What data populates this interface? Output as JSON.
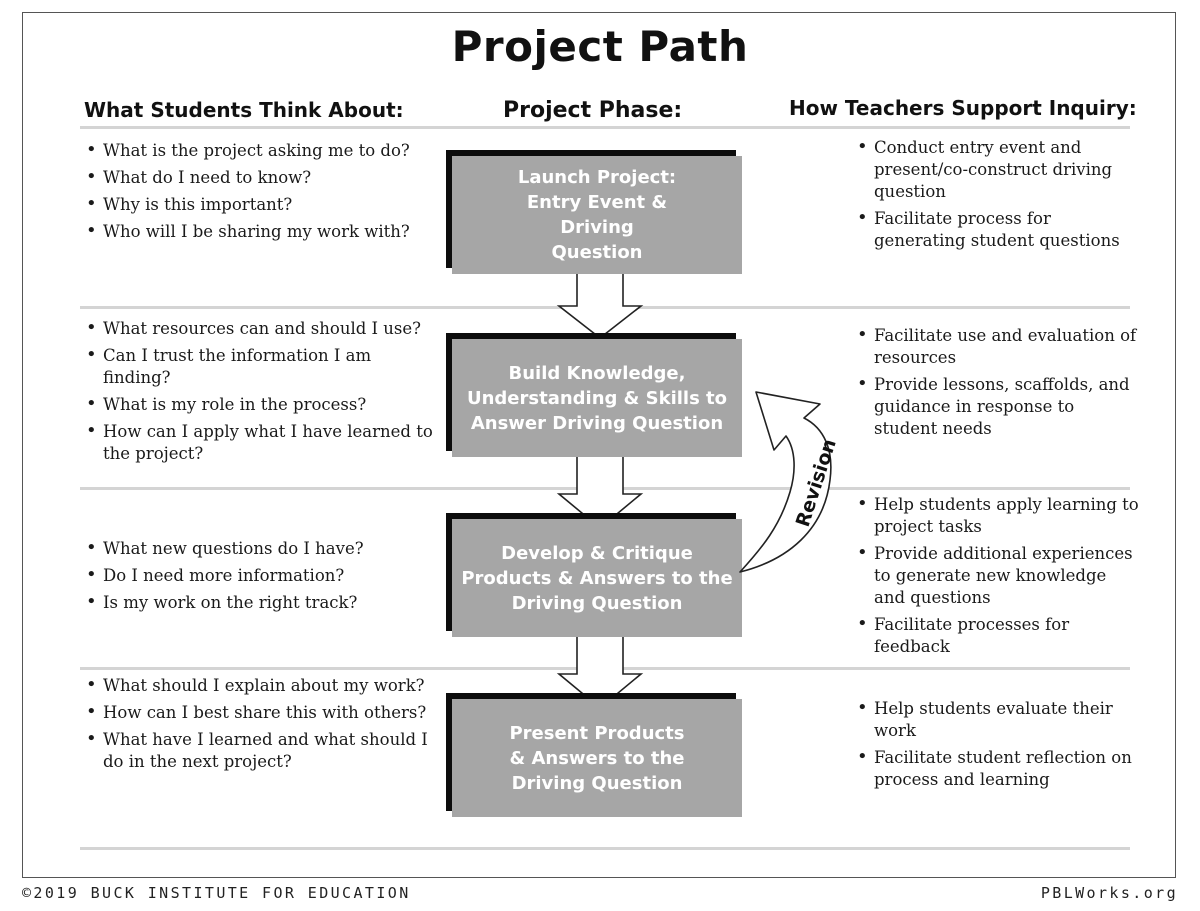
{
  "title": "Project Path",
  "headers": {
    "students": "What Students Think About:",
    "phase": "Project Phase:",
    "teachers": "How Teachers Support Inquiry:"
  },
  "phases": [
    {
      "label": "Launch Project: Entry Event & Driving Question"
    },
    {
      "label": "Build Knowledge, Understanding & Skills to Answer Driving Question"
    },
    {
      "label": "Develop & Critique Products & Answers to the Driving Question"
    },
    {
      "label": "Present Products & Answers to the Driving Question"
    }
  ],
  "students": [
    [
      "What is the project asking me to do?",
      "What do I need to know?",
      "Why is this important?",
      "Who will I be sharing my work with?"
    ],
    [
      "What resources can and should I use?",
      "Can I trust the information I am finding?",
      "What is my role in the process?",
      "How can I apply what I have learned to the project?"
    ],
    [
      "What new questions do I have?",
      "Do I need more information?",
      "Is my work on the right track?"
    ],
    [
      "What should I explain about my work?",
      "How can I best share this with others?",
      "What have I learned and what should I do in the next project?"
    ]
  ],
  "teachers": [
    [
      "Conduct entry event and present/co-construct driving question",
      "Facilitate process for generating student questions"
    ],
    [
      "Facilitate use and evaluation of resources",
      "Provide lessons, scaffolds, and guidance in response to student needs"
    ],
    [
      "Help students apply learning to project tasks",
      "Provide additional experiences to generate new knowledge and questions",
      "Facilitate processes for feedback"
    ],
    [
      "Help students evaluate their work",
      "Facilitate student reflection on process and learning"
    ]
  ],
  "revision_label": "Revision",
  "footer": {
    "copyright": "©2019 BUCK INSTITUTE FOR EDUCATION",
    "site": "PBLWorks.org"
  },
  "colors": {
    "phase_box": "#a6a6a6",
    "phase_shadow": "#0d0d0d",
    "rule": "#d4d4d4"
  }
}
